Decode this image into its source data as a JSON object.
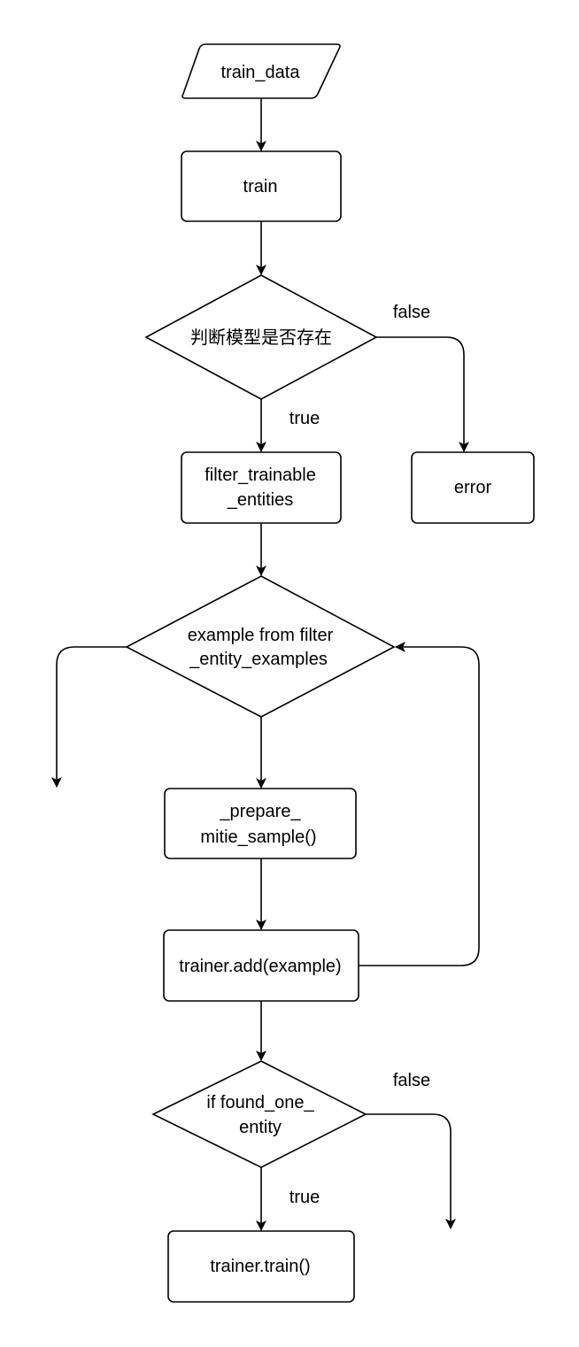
{
  "nodes": {
    "train_data": "train_data",
    "train": "train",
    "check_model": "判断模型是否存在",
    "error": "error",
    "filter_trainable_line1": "filter_trainable",
    "filter_trainable_line2": "_entities",
    "loop_line1": "example from filter",
    "loop_line2": "_entity_examples",
    "prepare_line1": "_prepare_",
    "prepare_line2": "mitie_sample()",
    "trainer_add": "trainer.add(example)",
    "found_line1": "if found_one_",
    "found_line2": "entity",
    "trainer_train": "trainer.train()"
  },
  "edges": {
    "check_false": "false",
    "check_true": "true",
    "found_false": "false",
    "found_true": "true"
  }
}
